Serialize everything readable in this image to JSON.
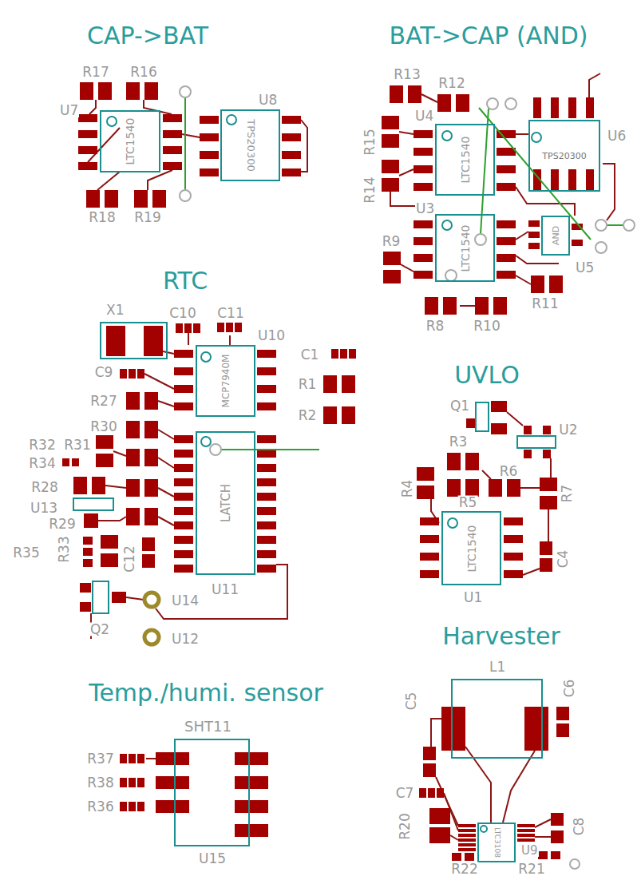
{
  "diagram": {
    "nodes": [
      {
        "text": [
          "U7",
          "LTC1540"
        ]
      },
      {
        "text": [
          "U8",
          "TPS20300"
        ]
      },
      {
        "text": [
          "U4",
          "LTC1540"
        ]
      },
      {
        "text": [
          "U6",
          "TPS20300"
        ]
      },
      {
        "text": [
          "U3",
          "LTC1540"
        ]
      },
      {
        "text": [
          "U5",
          "AND"
        ]
      },
      {
        "text": [
          "X1"
        ]
      },
      {
        "text": [
          "U10",
          "MCP7940M"
        ]
      },
      {
        "text": [
          "LATCH",
          "U11"
        ]
      },
      {
        "text": [
          "LTC1540",
          "U1"
        ]
      },
      {
        "text": [
          "L1"
        ]
      },
      {
        "text": [
          "SHT11",
          "U15"
        ]
      },
      {
        "text": [
          "LTC3108",
          "U9"
        ]
      }
    ],
    "labels": [
      "CAP->BAT",
      "BAT->CAP (AND)",
      "R17",
      "R16",
      "R13",
      "R12",
      "R15",
      "R14",
      "R18",
      "R19",
      "R9",
      "R11",
      "R8",
      "R10",
      "RTC",
      "C10",
      "C11",
      "C9",
      "C1",
      "R1",
      "R2",
      "UVLO",
      "R27",
      "Q1",
      "R30",
      "U2",
      "R3",
      "R32",
      "R31",
      "R34",
      "R6",
      "R28",
      "R4",
      "R7",
      "R5",
      "U13",
      "R29",
      "R33",
      "R35",
      "C12",
      "C4",
      "U14",
      "Q2",
      "U12",
      "Harvester",
      "Temp./humi. sensor",
      "C6",
      "C5",
      "R37",
      "R38",
      "R36",
      "C7",
      "R20",
      "C8",
      "R22",
      "R21"
    ]
  }
}
